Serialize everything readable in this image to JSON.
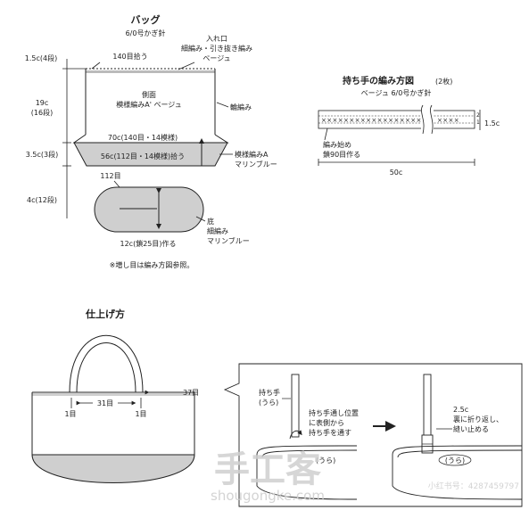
{
  "bag": {
    "title": "バッグ",
    "hook": "6/0号かぎ針",
    "opening_label": [
      "入れ口",
      "細編み・引き抜き編み",
      "ベージュ"
    ],
    "top_pickup": "140目拾う",
    "side_label": [
      "側面",
      "模様編みA' ベージュ"
    ],
    "round_knit": "輪編み",
    "band_width": "70c(140目・14模様)",
    "lower_pickup": "56c(112目・14模様)拾う",
    "pattern_a_label": [
      "模様編みA",
      "マリンブルー"
    ],
    "base_count": "112目",
    "base_label": [
      "底",
      "細編み",
      "マリンブルー"
    ],
    "base_chain": "12c(鎖25目)作る",
    "note": "※増し目は編み方図参照。",
    "heights": {
      "top": [
        "1.5c(4段)"
      ],
      "side": [
        "19c",
        "(16段)"
      ],
      "pattern": [
        "3.5c(3段)"
      ],
      "base": [
        "4c(12段)"
      ]
    }
  },
  "handle": {
    "title": "持ち手の編み方図",
    "count": "(2枚)",
    "sub": "ベージュ 6/0号かぎ針",
    "row2": "2",
    "row1": "1",
    "height": "1.5c",
    "start": [
      "編み始め",
      "鎖90目作る"
    ],
    "length": "50c"
  },
  "finish": {
    "title": "仕上げ方",
    "mark_37": "37目",
    "mark_31": "31目",
    "mark_1_left": "1目",
    "mark_1_right": "1目",
    "handle_back": [
      "持ち手",
      "(うら)"
    ],
    "insert_note": [
      "持ち手通し位置",
      "に表側から",
      "持ち手を通す"
    ],
    "fold_note": [
      "2.5c",
      "裏に折り返し、",
      "縫い止める"
    ],
    "ura_left": "(うら)",
    "ura_right": "(うら)"
  },
  "watermark": {
    "logo_cn": "手工客",
    "url": "shougongke.com",
    "badge": "小红书号：4287459797"
  }
}
